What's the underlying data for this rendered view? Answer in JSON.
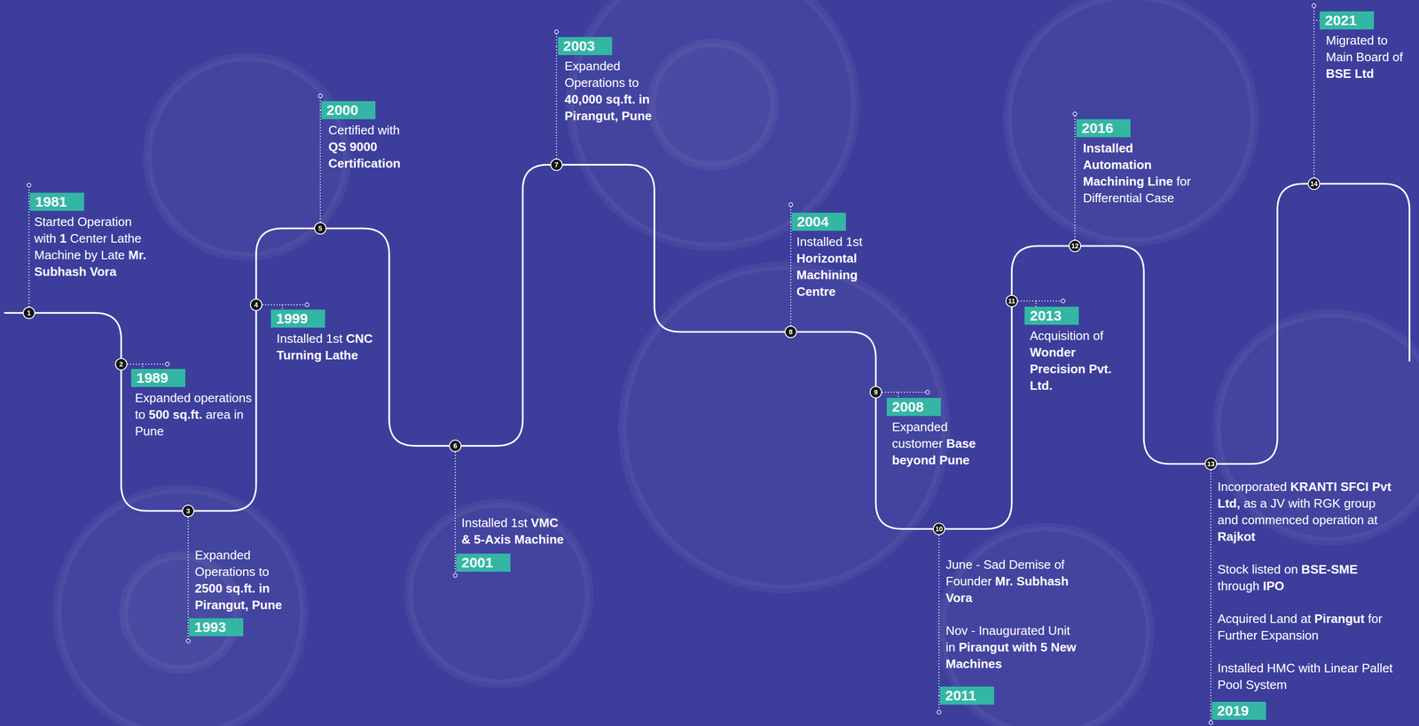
{
  "diagram": {
    "nodes": [
      {
        "text": [
          "1"
        ]
      },
      {
        "text": [
          "1981",
          "Started Operation with 1 Center Lathe Machine by Late Mr. Subhash Vora"
        ]
      },
      {
        "text": [
          "2"
        ]
      },
      {
        "text": [
          "1989",
          "Expanded operations to 500 sq.ft. area in Pune"
        ]
      },
      {
        "text": [
          "3"
        ]
      },
      {
        "text": [
          "1993",
          "Expanded Operations to 2500 sq.ft. in Pirangut, Pune"
        ]
      },
      {
        "text": [
          "4"
        ]
      },
      {
        "text": [
          "1999",
          "Installed 1st CNC Turning Lathe"
        ]
      },
      {
        "text": [
          "5"
        ]
      },
      {
        "text": [
          "2000",
          "Certified with QS 9000 Certification"
        ]
      },
      {
        "text": [
          "6"
        ]
      },
      {
        "text": [
          "2001",
          "Installed 1st VMC & 5-Axis Machine"
        ]
      },
      {
        "text": [
          "7"
        ]
      },
      {
        "text": [
          "2003",
          "Expanded Operations to 40,000 sq.ft. in Pirangut, Pune"
        ]
      },
      {
        "text": [
          "8"
        ]
      },
      {
        "text": [
          "2004",
          "Installed 1st Horizontal Machining Centre"
        ]
      },
      {
        "text": [
          "9"
        ]
      },
      {
        "text": [
          "2008",
          "Expanded customer Base beyond Pune"
        ]
      },
      {
        "text": [
          "10"
        ]
      },
      {
        "text": [
          "2011",
          "June - Sad Demise of Founder Mr. Subhash Vora",
          "Nov - Inaugurated Unit in Pirangut with 5 New Machines"
        ]
      },
      {
        "text": [
          "11"
        ]
      },
      {
        "text": [
          "2013",
          "Acquisition of Wonder Precision Pvt. Ltd."
        ]
      },
      {
        "text": [
          "12"
        ]
      },
      {
        "text": [
          "2016",
          "Installed Automation Machining Line for Differential Case"
        ]
      },
      {
        "text": [
          "13"
        ]
      },
      {
        "text": [
          "2019",
          "Incorporated KRANTI SFCI Pvt Ltd, as a JV with RGK group and commenced operation at Rajkot",
          "Stock listed on BSE-SME through IPO",
          "Acquired Land at Pirangut for Further Expansion",
          "Installed HMC with Linear Pallet Pool System"
        ]
      },
      {
        "text": [
          "14"
        ]
      },
      {
        "text": [
          "2021",
          "Migrated to Main Board of BSE Ltd"
        ]
      }
    ],
    "edges": [
      {
        "from": 0,
        "to": 1,
        "arrow": "none"
      },
      {
        "from": 0,
        "to": 2,
        "arrow": "none"
      },
      {
        "from": 2,
        "to": 3,
        "arrow": "none"
      },
      {
        "from": 2,
        "to": 4,
        "arrow": "none"
      },
      {
        "from": 4,
        "to": 5,
        "arrow": "none"
      },
      {
        "from": 4,
        "to": 6,
        "arrow": "none"
      },
      {
        "from": 6,
        "to": 7,
        "arrow": "none"
      },
      {
        "from": 6,
        "to": 8,
        "arrow": "none"
      },
      {
        "from": 8,
        "to": 9,
        "arrow": "none"
      },
      {
        "from": 8,
        "to": 10,
        "arrow": "none"
      },
      {
        "from": 10,
        "to": 11,
        "arrow": "none"
      },
      {
        "from": 10,
        "to": 12,
        "arrow": "none"
      },
      {
        "from": 12,
        "to": 13,
        "arrow": "none"
      },
      {
        "from": 12,
        "to": 14,
        "arrow": "none"
      },
      {
        "from": 14,
        "to": 15,
        "arrow": "none"
      },
      {
        "from": 14,
        "to": 16,
        "arrow": "none"
      },
      {
        "from": 16,
        "to": 17,
        "arrow": "none"
      },
      {
        "from": 16,
        "to": 18,
        "arrow": "none"
      },
      {
        "from": 18,
        "to": 19,
        "arrow": "none"
      },
      {
        "from": 18,
        "to": 20,
        "arrow": "none"
      },
      {
        "from": 20,
        "to": 21,
        "arrow": "none"
      },
      {
        "from": 20,
        "to": 22,
        "arrow": "none"
      },
      {
        "from": 22,
        "to": 23,
        "arrow": "none"
      },
      {
        "from": 22,
        "to": 24,
        "arrow": "none"
      },
      {
        "from": 24,
        "to": 25,
        "arrow": "none"
      },
      {
        "from": 24,
        "to": 26,
        "arrow": "none"
      },
      {
        "from": 26,
        "to": 27,
        "arrow": "none"
      }
    ]
  }
}
